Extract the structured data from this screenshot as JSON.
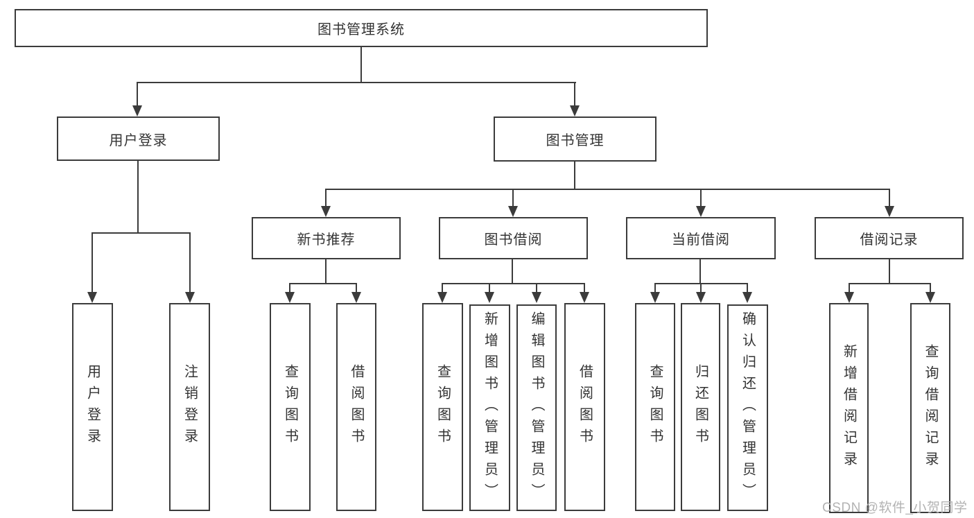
{
  "diagram": {
    "type": "hierarchy-tree",
    "tree": {
      "label": "图书管理系统",
      "children": [
        {
          "label": "用户登录",
          "children": [
            {
              "label": "用户登录"
            },
            {
              "label": "注销登录"
            }
          ]
        },
        {
          "label": "图书管理",
          "children": [
            {
              "label": "新书推荐",
              "children": [
                {
                  "label": "查询图书"
                },
                {
                  "label": "借阅图书"
                }
              ]
            },
            {
              "label": "图书借阅",
              "children": [
                {
                  "label": "查询图书"
                },
                {
                  "label": "新增图书（管理员）"
                },
                {
                  "label": "编辑图书（管理员）"
                },
                {
                  "label": "借阅图书"
                }
              ]
            },
            {
              "label": "当前借阅",
              "children": [
                {
                  "label": "查询图书"
                },
                {
                  "label": "归还图书"
                },
                {
                  "label": "确认归还（管理员）"
                }
              ]
            },
            {
              "label": "借阅记录",
              "children": [
                {
                  "label": "新增借阅记录"
                },
                {
                  "label": "查询借阅记录"
                }
              ]
            }
          ]
        }
      ]
    },
    "colors": {
      "line": "#3b3b3b",
      "text": "#333333",
      "background": "#ffffff",
      "watermark_text": "#b3b3b3"
    }
  },
  "watermark": "CSDN @软件_小贺同学"
}
